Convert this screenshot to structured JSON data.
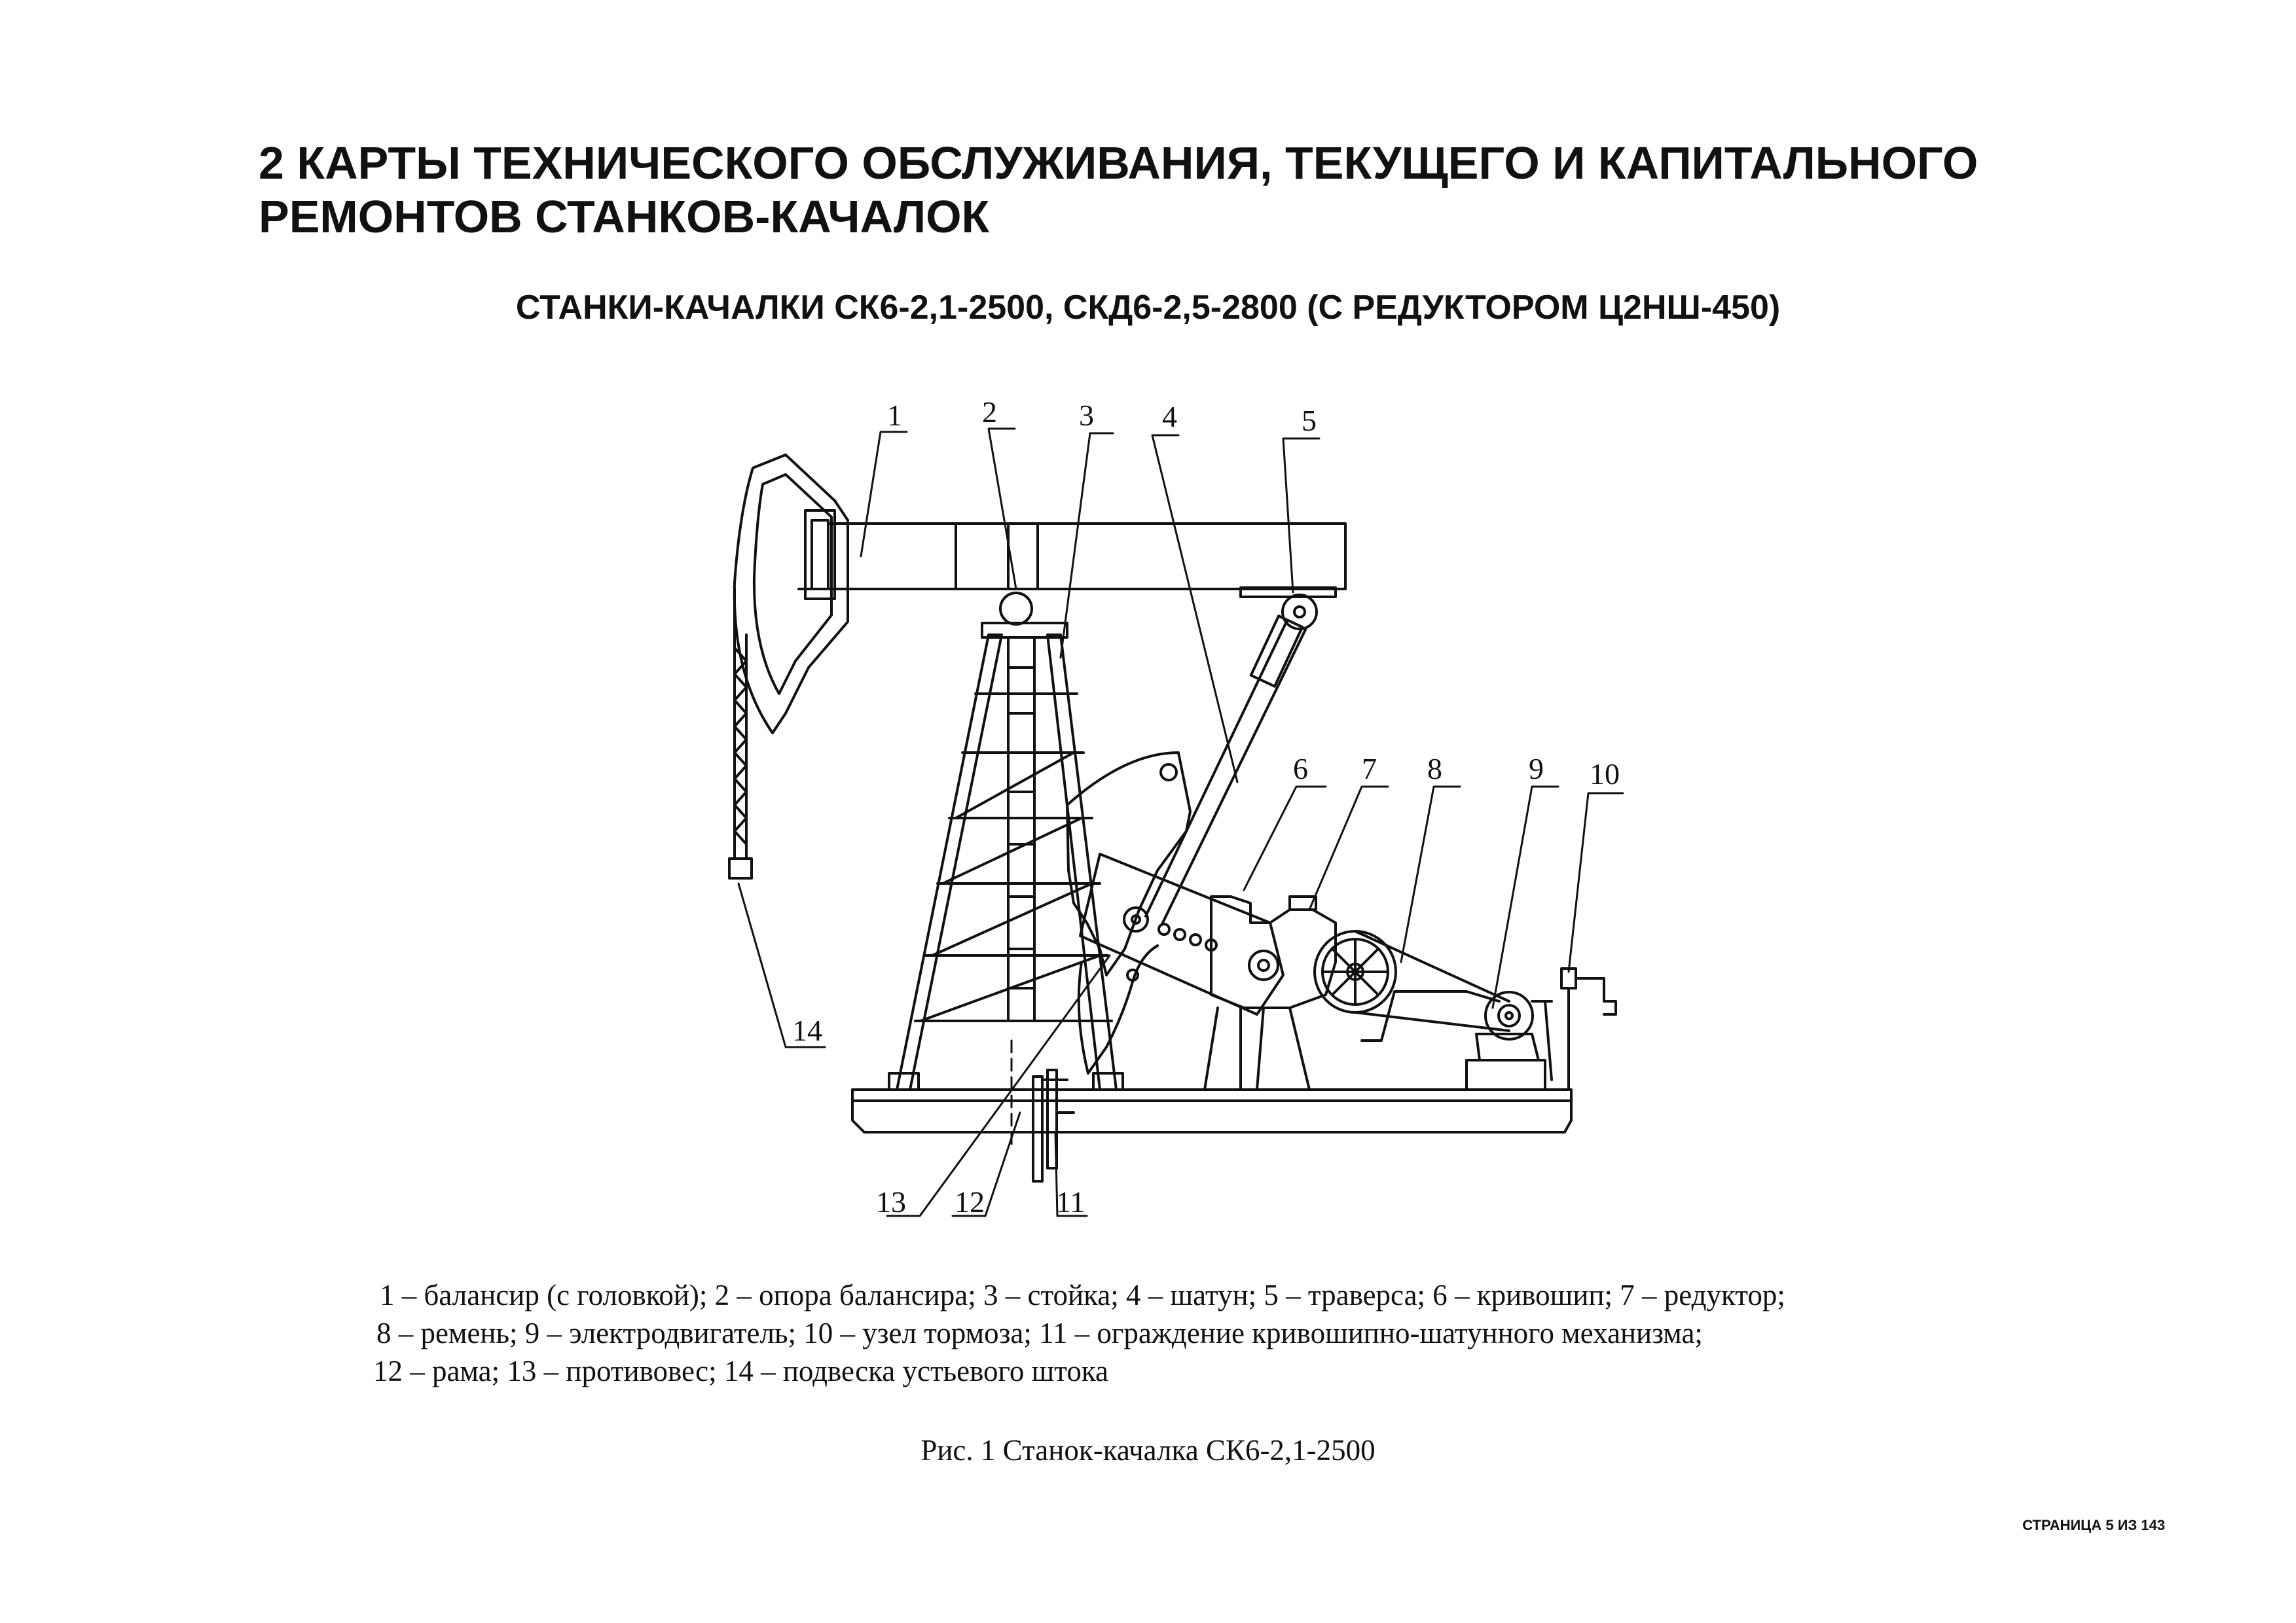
{
  "heading": {
    "line1": "2 КАРТЫ ТЕХНИЧЕСКОГО ОБСЛУЖИВАНИЯ, ТЕКУЩЕГО И КАПИТАЛЬНОГО",
    "line2": "РЕМОНТОВ СТАНКОВ-КАЧАЛОК"
  },
  "subheading": "СТАНКИ-КАЧАЛКИ СК6-2,1-2500, СКД6-2,5-2800 (С РЕДУКТОРОМ Ц2НШ-450)",
  "figure": {
    "callouts": [
      "1",
      "2",
      "3",
      "4",
      "5",
      "6",
      "7",
      "8",
      "9",
      "10",
      "11",
      "12",
      "13",
      "14"
    ],
    "legend": [
      "1 – балансир (с головкой); 2 – опора балансира; 3 – стойка; 4 – шатун; 5 –  траверса; 6 –  кривошип; 7 – редуктор;",
      "8 – ремень; 9 – электродвигатель; 10 – узел тормоза; 11 – ограждение  кривошипно-шатунного механизма;",
      "12 – рама; 13 – противовес; 14 – подвеска устьевого штока"
    ],
    "caption": "Рис. 1  Станок-качалка СК6-2,1-2500"
  },
  "footer": {
    "page": "СТРАНИЦА 5 ИЗ 143"
  }
}
